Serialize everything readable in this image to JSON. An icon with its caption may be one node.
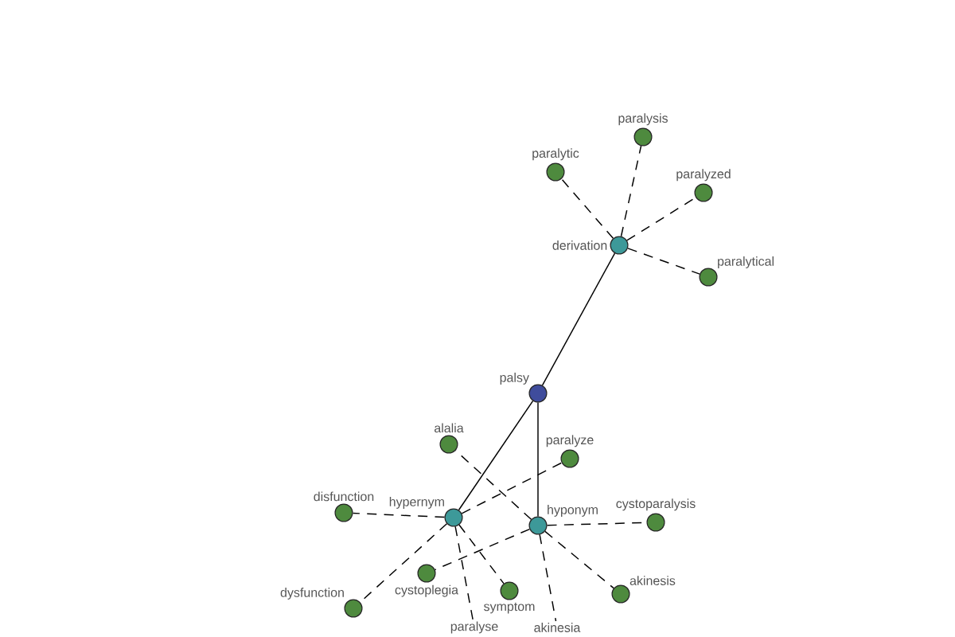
{
  "diagram": {
    "nodes": [
      {
        "text": [
          "paralysis"
        ]
      },
      {
        "text": [
          "paralytic"
        ]
      },
      {
        "text": [
          "paralyzed"
        ]
      },
      {
        "text": [
          "derivation"
        ]
      },
      {
        "text": [
          "paralytical"
        ]
      },
      {
        "text": [
          "palsy"
        ]
      },
      {
        "text": [
          "alalia"
        ]
      },
      {
        "text": [
          "paralyze"
        ]
      },
      {
        "text": [
          "disfunction"
        ]
      },
      {
        "text": [
          "hypernym"
        ]
      },
      {
        "text": [
          "cystoparalysis"
        ]
      },
      {
        "text": [
          "hyponym"
        ]
      },
      {
        "text": [
          "cystoplegia"
        ]
      },
      {
        "text": [
          "symptom"
        ]
      },
      {
        "text": [
          "akinesis"
        ]
      },
      {
        "text": [
          "dysfunction"
        ]
      },
      {
        "text": [
          "paralyse"
        ]
      },
      {
        "text": [
          "akinesia"
        ]
      }
    ],
    "edges": [
      {
        "from": 5,
        "to": 3,
        "arrow": "none"
      },
      {
        "from": 5,
        "to": 9,
        "arrow": "none"
      },
      {
        "from": 5,
        "to": 11,
        "arrow": "none"
      },
      {
        "from": 3,
        "to": 0,
        "arrow": "none",
        "style": "dashed"
      },
      {
        "from": 3,
        "to": 1,
        "arrow": "none",
        "style": "dashed"
      },
      {
        "from": 3,
        "to": 2,
        "arrow": "none",
        "style": "dashed"
      },
      {
        "from": 3,
        "to": 4,
        "arrow": "none",
        "style": "dashed"
      },
      {
        "from": 9,
        "to": 8,
        "arrow": "none",
        "style": "dashed"
      },
      {
        "from": 9,
        "to": 7,
        "arrow": "none",
        "style": "dashed"
      },
      {
        "from": 9,
        "to": 15,
        "arrow": "none",
        "style": "dashed"
      },
      {
        "from": 9,
        "to": 16,
        "arrow": "none",
        "style": "dashed"
      },
      {
        "from": 9,
        "to": 13,
        "arrow": "none",
        "style": "dashed"
      },
      {
        "from": 11,
        "to": 6,
        "arrow": "none",
        "style": "dashed"
      },
      {
        "from": 11,
        "to": 10,
        "arrow": "none",
        "style": "dashed"
      },
      {
        "from": 11,
        "to": 12,
        "arrow": "none",
        "style": "dashed"
      },
      {
        "from": 11,
        "to": 14,
        "arrow": "none",
        "style": "dashed"
      },
      {
        "from": 11,
        "to": 17,
        "arrow": "none",
        "style": "dashed"
      }
    ]
  }
}
